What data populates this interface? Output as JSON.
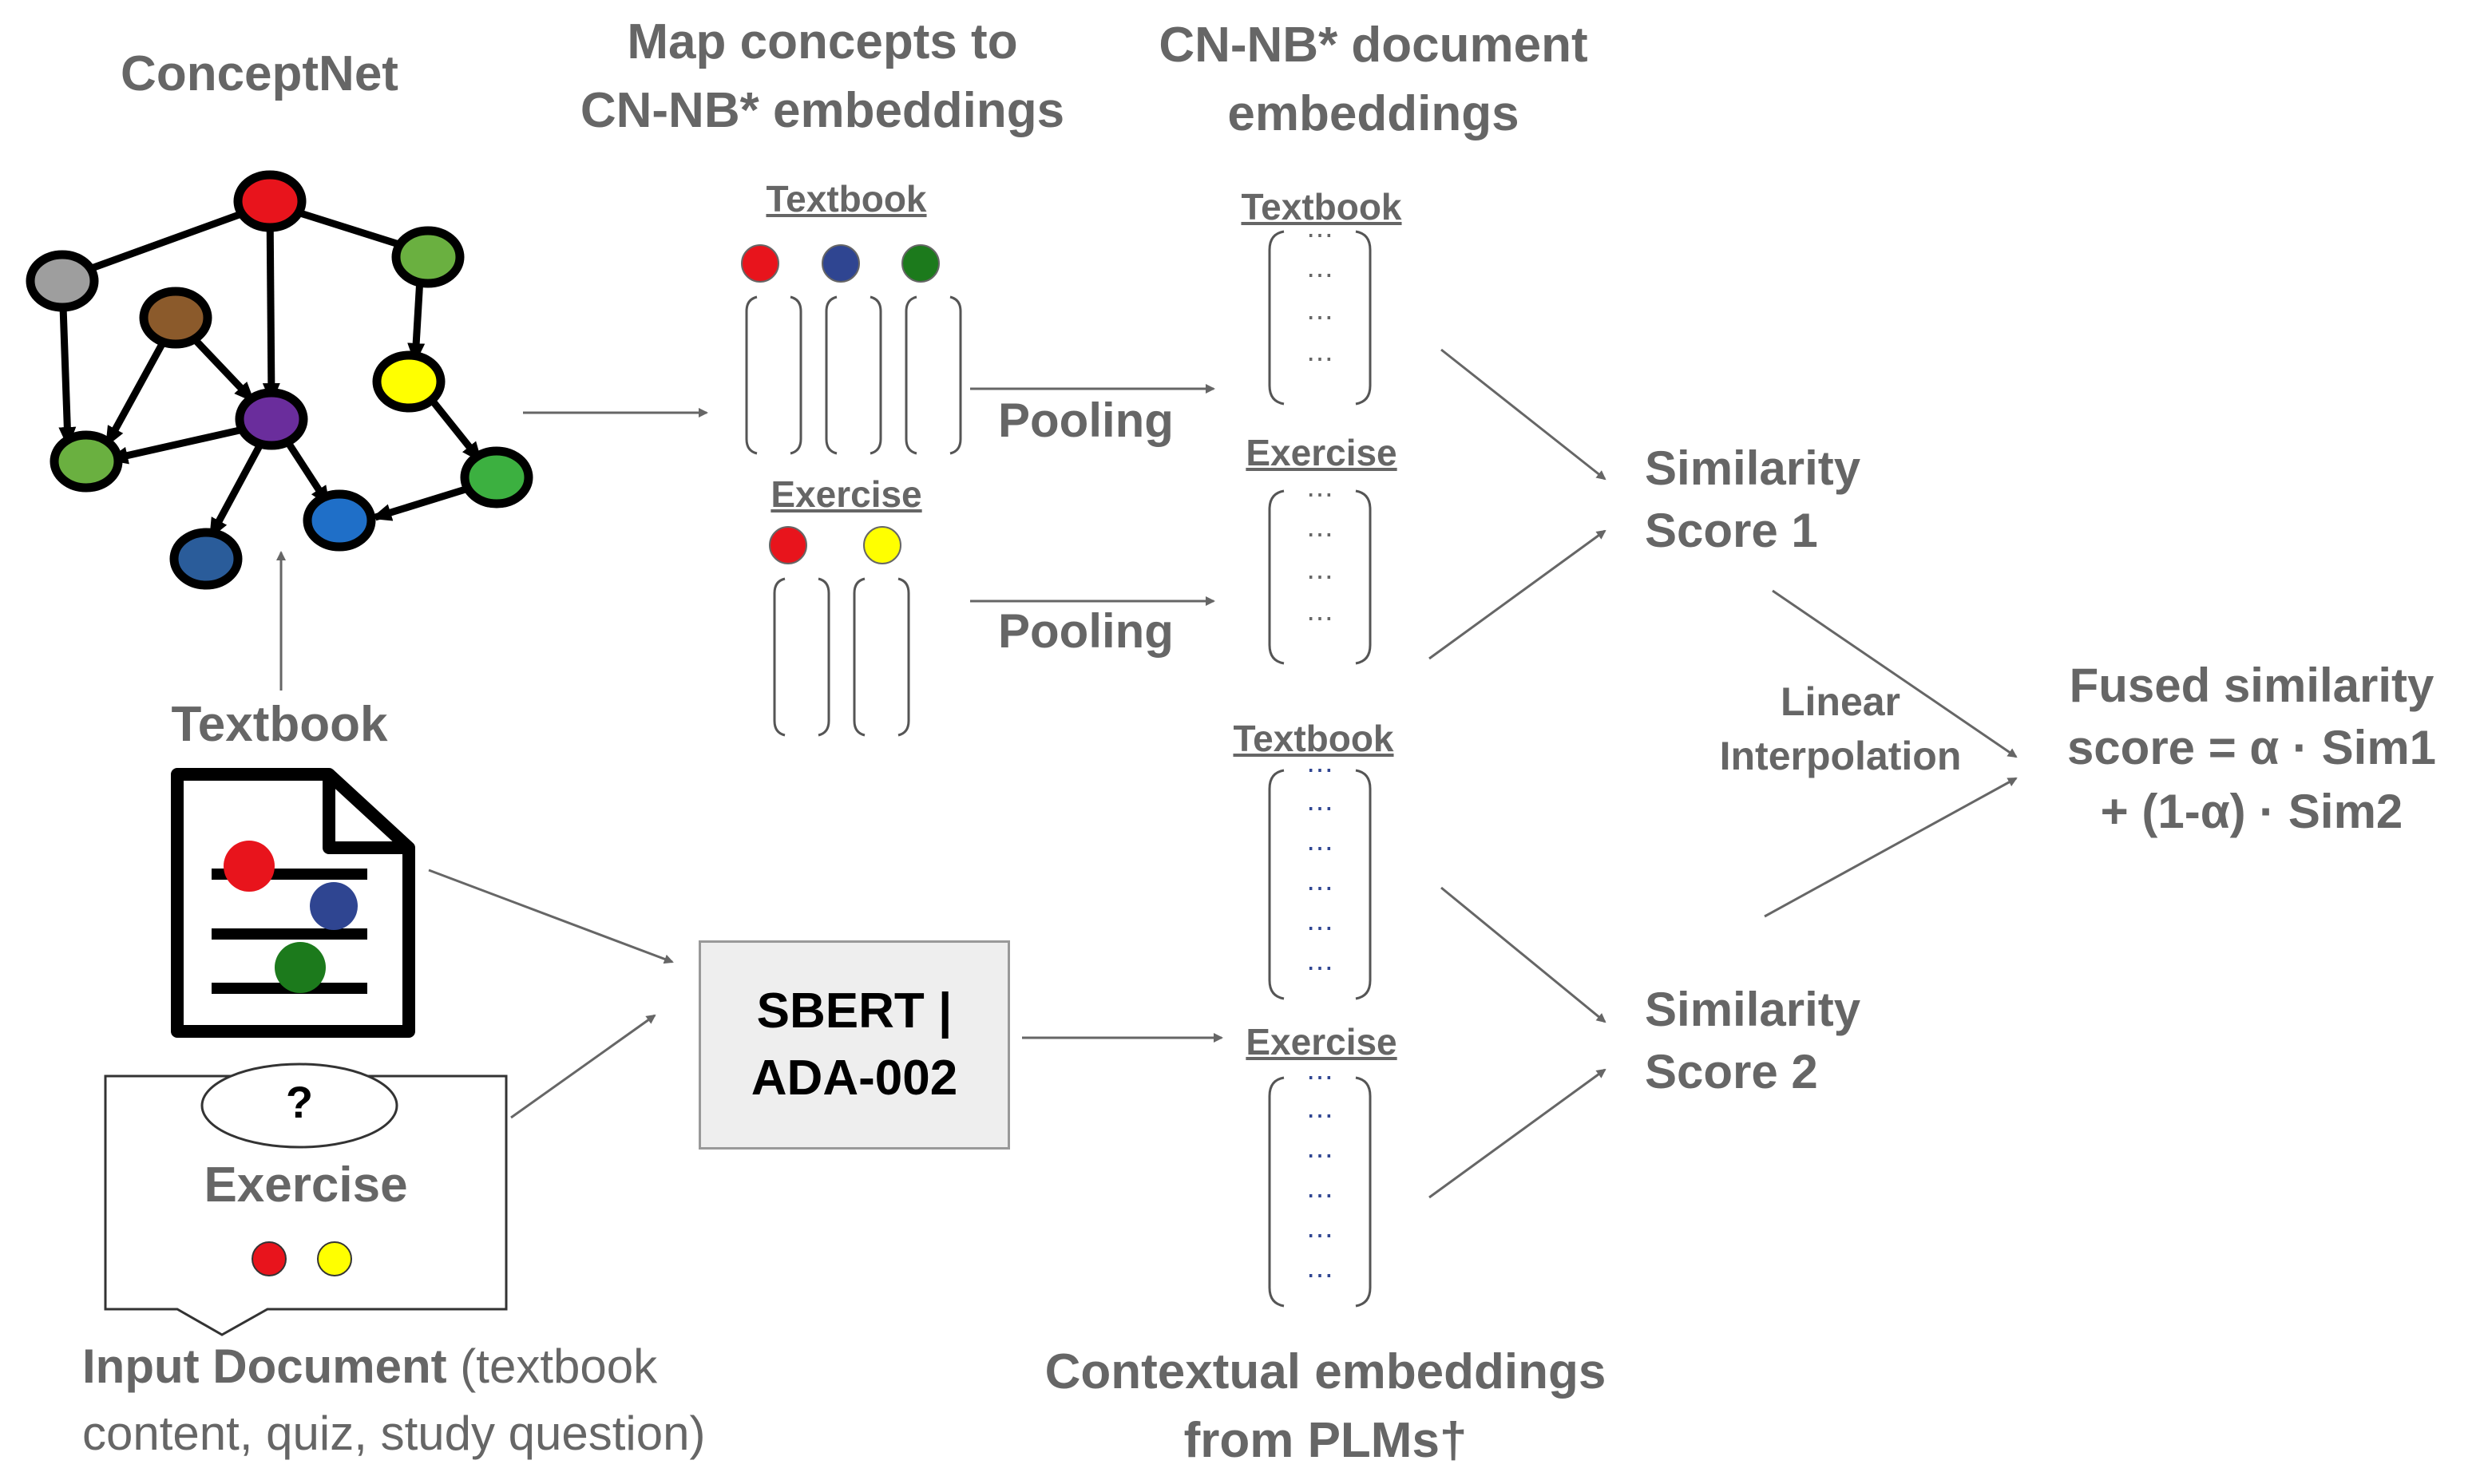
{
  "labels": {
    "conceptnet": "ConceptNet",
    "map_title_line1": "Map concepts to",
    "map_title_line2": "CN-NB* embeddings",
    "doc_title_line1": "CN-NB* document",
    "doc_title_line2": "embeddings",
    "textbook": "Textbook",
    "exercise": "Exercise",
    "pooling": "Pooling",
    "similarity_score_1_line1": "Similarity",
    "similarity_score_1_line2": "Score 1",
    "similarity_score_2_line1": "Similarity",
    "similarity_score_2_line2": "Score 2",
    "linear_line1": "Linear",
    "linear_line2": "Interpolation",
    "fused_line1": "Fused similarity",
    "fused_line2": "score = α · Sim1",
    "fused_line3": "+ (1-α) · Sim2",
    "model_line1": "SBERT |",
    "model_line2": "ADA-002",
    "question_mark": "?",
    "input_doc_bold": "Input Document",
    "input_doc_rest1": " (textbook",
    "input_doc_rest2": "content, quiz, study question)",
    "contextual_line1": "Contextual embeddings",
    "contextual_line2": "from PLMs†",
    "ellipsis": "⋯"
  },
  "concept_colors": {
    "red": "#e8141c",
    "blue": "#2f4591",
    "green": "#1c7a1c",
    "yellow": "#ffff00",
    "gray": "#9e9e9e",
    "brown": "#8b5a2b",
    "purple": "#6a2d9c",
    "light_green": "#6ab040",
    "bright_green": "#3cb040",
    "mid_blue": "#1f6fc8",
    "dark_blue": "#2a5c9a"
  },
  "icons": [
    "document-icon",
    "speech-bubble-icon",
    "arrow-icon",
    "graph-node-icon"
  ]
}
